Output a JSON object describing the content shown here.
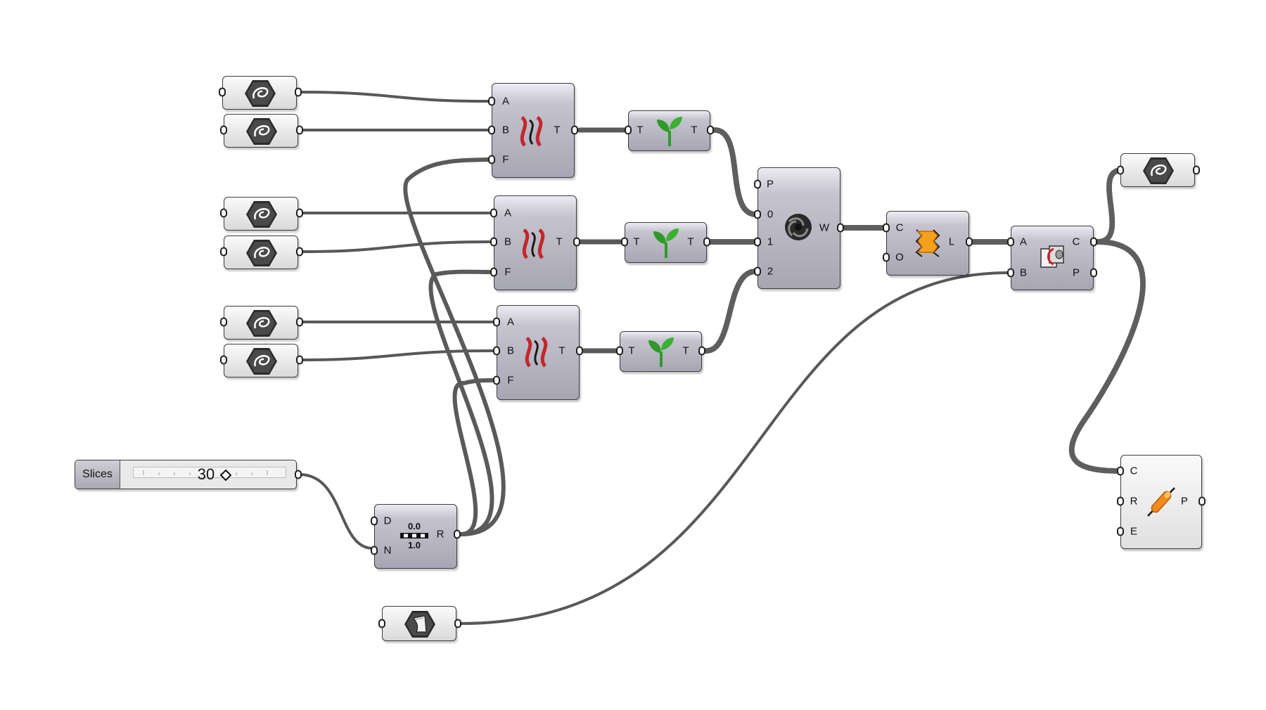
{
  "components": {
    "sweep1": {
      "inputs": [
        "A",
        "B",
        "F"
      ],
      "outputs": [
        "T"
      ]
    },
    "sweep2": {
      "inputs": [
        "A",
        "B",
        "F"
      ],
      "outputs": [
        "T"
      ]
    },
    "sweep3": {
      "inputs": [
        "A",
        "B",
        "F"
      ],
      "outputs": [
        "T"
      ]
    },
    "graft1": {
      "inputs": [
        "T"
      ],
      "outputs": [
        "T"
      ]
    },
    "graft2": {
      "inputs": [
        "T"
      ],
      "outputs": [
        "T"
      ]
    },
    "graft3": {
      "inputs": [
        "T"
      ],
      "outputs": [
        "T"
      ]
    },
    "weave": {
      "inputs": [
        "P",
        "0",
        "1",
        "2"
      ],
      "outputs": [
        "W"
      ]
    },
    "loft": {
      "inputs": [
        "C",
        "O"
      ],
      "outputs": [
        "L"
      ]
    },
    "split": {
      "inputs": [
        "A",
        "B"
      ],
      "outputs": [
        "C",
        "P"
      ]
    },
    "range": {
      "inputs": [
        "D",
        "N"
      ],
      "outputs": [
        "R"
      ],
      "icon_top": "0.0",
      "icon_bottom": "1.0"
    },
    "pipe": {
      "inputs": [
        "C",
        "R",
        "E"
      ],
      "outputs": [
        "P"
      ]
    }
  },
  "slider": {
    "name": "Slices",
    "value": "30"
  },
  "icons": {
    "curve_param": "curve-parameter-icon",
    "brep_param": "brep-parameter-icon",
    "sweep": "tween-curve-icon",
    "graft": "graft-tree-icon",
    "weave": "weave-icon",
    "loft": "loft-icon",
    "split": "split-brep-icon",
    "range": "range-icon",
    "pipe": "pipe-icon"
  },
  "colors": {
    "wire_item": "#5a5a5a",
    "wire_list": "#6e6e6e",
    "component_fill": "#b2b1bd",
    "param_fill": "#ededed",
    "sweep_red": "#c4262b",
    "graft_green": "#2f9a2a",
    "loft_orange": "#f5a11d",
    "pipe_orange": "#f08a1c"
  }
}
